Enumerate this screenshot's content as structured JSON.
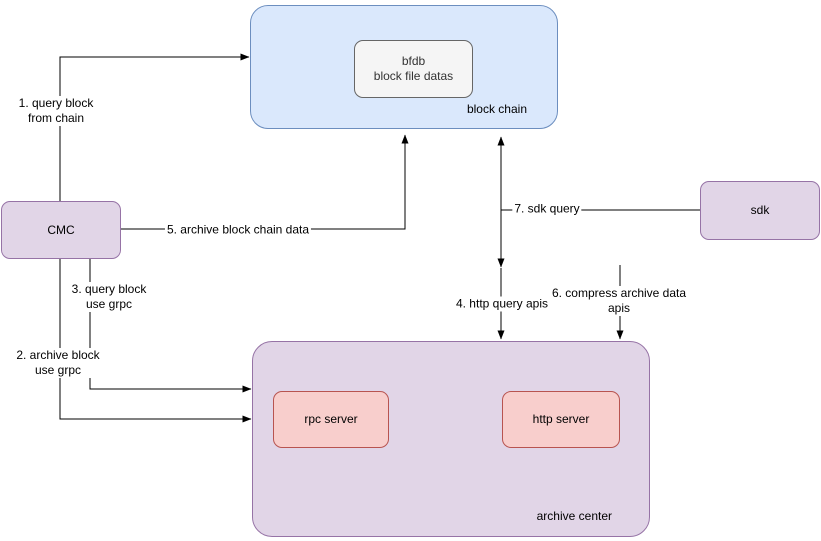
{
  "diagram": {
    "nodes": {
      "block_chain": {
        "label": "block chain"
      },
      "bfdb": {
        "label": "bfdb\nblock file datas"
      },
      "cmc": {
        "label": "CMC"
      },
      "sdk": {
        "label": "sdk"
      },
      "archive_center": {
        "label": "archive center"
      },
      "rpc_server": {
        "label": "rpc server"
      },
      "http_server": {
        "label": "http server"
      }
    },
    "edges": {
      "e1": {
        "label": "1. query block\nfrom chain",
        "from": "CMC",
        "to": "block chain"
      },
      "e2": {
        "label": "2. archive block\nuse grpc",
        "from": "CMC",
        "to": "archive center"
      },
      "e3": {
        "label": "3. query block\nuse grpc",
        "from": "CMC",
        "to": "archive center"
      },
      "e4": {
        "label": "4. http query apis",
        "from": "archive center",
        "to": "block chain"
      },
      "e5": {
        "label": "5. archive block chain data",
        "from": "CMC",
        "to": "block chain"
      },
      "e6": {
        "label": "6. compress archive data\napis",
        "from": "sdk",
        "to": "archive center"
      },
      "e7": {
        "label": "7. sdk query",
        "from": "sdk",
        "to": "query line"
      }
    },
    "colors": {
      "blue_fill": "#dae8fc",
      "blue_stroke": "#6c8ebf",
      "purple_fill": "#e1d5e7",
      "purple_stroke": "#9673a6",
      "pink_fill": "#f8cecc",
      "pink_stroke": "#b85450",
      "gray_fill": "#f5f5f5",
      "gray_stroke": "#666666",
      "edge_color": "#000000",
      "background": "#ffffff"
    }
  }
}
